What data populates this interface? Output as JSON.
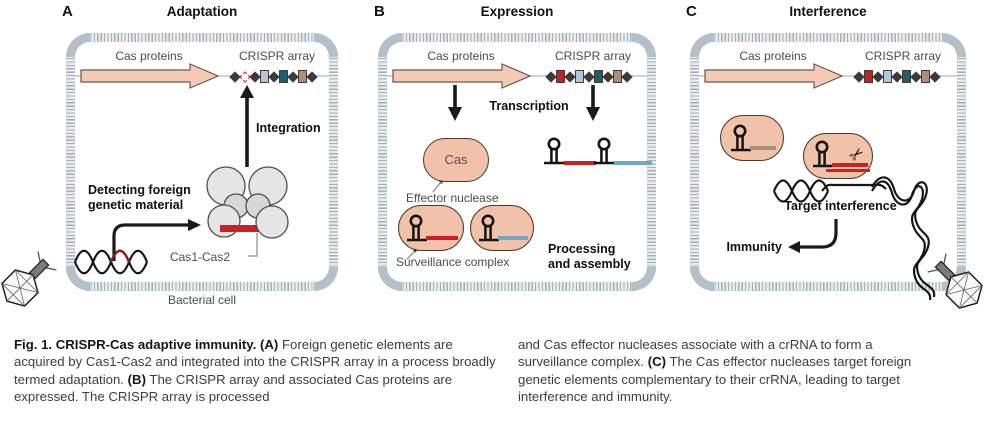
{
  "figure": {
    "panels": {
      "A": {
        "letter": "A",
        "title": "Adaptation",
        "cas_proteins": "Cas proteins",
        "crispr_array": "CRISPR array",
        "integration": "Integration",
        "detecting_line1": "Detecting foreign",
        "detecting_line2": "genetic material",
        "cas1_cas2": "Cas1-Cas2",
        "bacterial_cell": "Bacterial cell"
      },
      "B": {
        "letter": "B",
        "title": "Expression",
        "cas_proteins": "Cas proteins",
        "crispr_array": "CRISPR array",
        "transcription": "Transcription",
        "cas": "Cas",
        "effector_nuclease": "Effector nuclease",
        "surveillance_complex": "Surveillance complex",
        "processing_line1": "Processing",
        "processing_line2": "and assembly"
      },
      "C": {
        "letter": "C",
        "title": "Interference",
        "cas_proteins": "Cas proteins",
        "crispr_array": "CRISPR array",
        "target_interference": "Target interference",
        "immunity": "Immunity"
      }
    },
    "crispr_arrays": {
      "A": [
        "repeat",
        "acquired",
        "repeat",
        "blue",
        "repeat",
        "teal",
        "repeat",
        "tan",
        "repeat"
      ],
      "B": [
        "repeat",
        "red",
        "repeat",
        "blue",
        "repeat",
        "teal",
        "repeat",
        "tan",
        "repeat"
      ],
      "C": [
        "repeat",
        "red",
        "repeat",
        "blue",
        "repeat",
        "teal",
        "repeat",
        "tan",
        "repeat"
      ]
    },
    "colors": {
      "membrane": "#b4c0c9",
      "gene_arrow_fill": "#f3cbb4",
      "blob_fill": "#f1c2a9",
      "repeat_diamond": "#3b3a38",
      "acquired_spacer_dash": "#c5202a",
      "spacer_red": "#c5202a",
      "spacer_blue": "#a9cbdd",
      "spacer_teal": "#1a616f",
      "spacer_tan": "#ab8e73",
      "crRNA_red": "#cc2027",
      "crRNA_blue": "#6fa8c9",
      "crRNA_tan": "#a98e71",
      "foreign_dna_red": "#8e1b1b",
      "complex_circle": "#e5e5e5",
      "arrow_black": "#1a1a1a"
    },
    "caption": {
      "head": "Fig. 1. CRISPR-Cas adaptive immunity.",
      "a_marker": "(A)",
      "a_text": "Foreign genetic elements are acquired by Cas1-Cas2 and integrated into the CRISPR array in a process broadly termed adaptation.",
      "b_marker": "(B)",
      "b_text": "The CRISPR array and associated Cas proteins are expressed. The CRISPR array is processed",
      "right_text1": "and Cas effector nucleases associate with a crRNA to form a surveillance complex.",
      "c_marker": "(C)",
      "c_text": "The Cas effector nucleases target foreign genetic elements complementary to their crRNA, leading to target interference and immunity."
    }
  }
}
